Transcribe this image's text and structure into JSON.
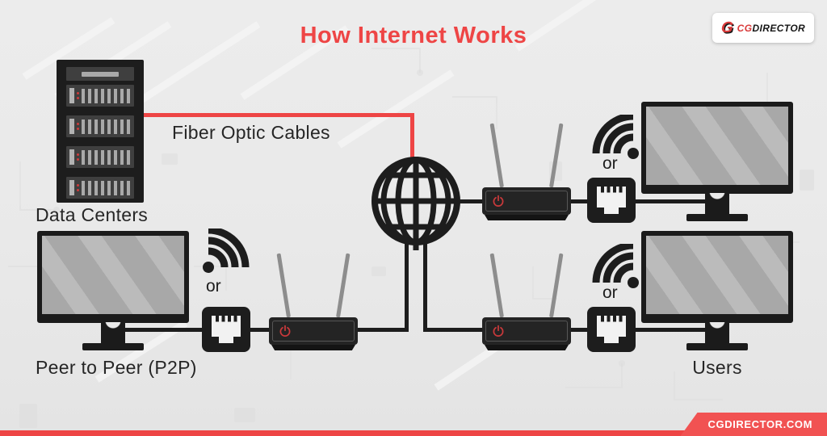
{
  "header": {
    "title": "How Internet Works"
  },
  "brand": {
    "mark": "G",
    "name_red": "CG",
    "name_dark": "DIRECTOR"
  },
  "labels": {
    "data_centers": "Data Centers",
    "fiber_optic": "Fiber Optic Cables",
    "peer_to_peer": "Peer to Peer (P2P)",
    "users": "Users",
    "or": "or"
  },
  "footer": {
    "banner": "CGDIRECTOR.COM"
  },
  "colors": {
    "accent_red": "#EE4545",
    "line_dark": "#1D1D1D",
    "background": "#E9E9E9",
    "monitor_screen": "#A8A8A8",
    "antenna_gray": "#8D8D8D",
    "power_red": "#C9393B",
    "rack_unit_gray": "#3F3F3F"
  },
  "icons": [
    "server-rack-icon",
    "globe-icon",
    "router-icon",
    "power-icon",
    "wifi-icon",
    "ethernet-port-icon",
    "monitor-icon"
  ]
}
